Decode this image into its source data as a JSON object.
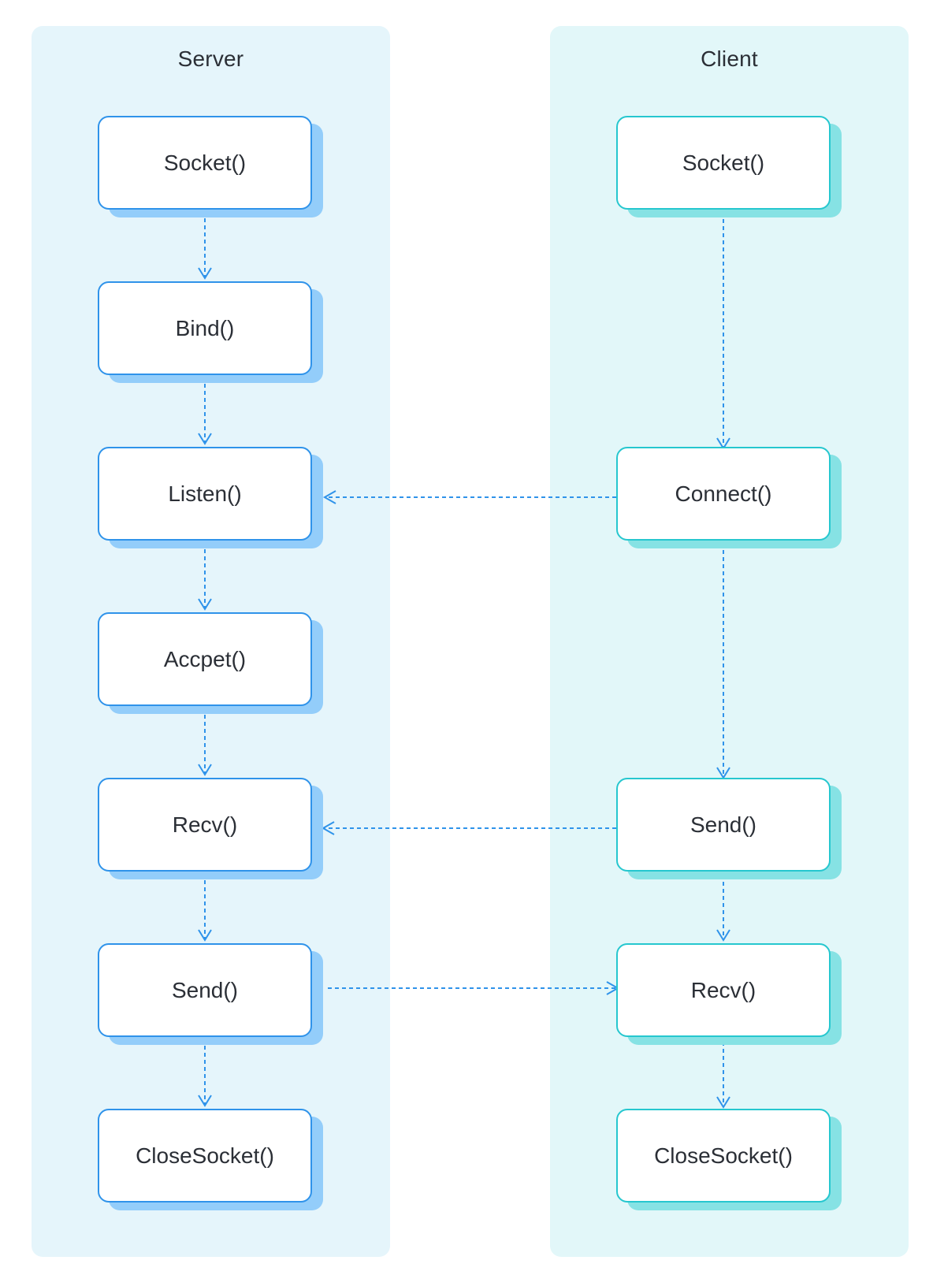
{
  "lanes": {
    "server": {
      "title": "Server"
    },
    "client": {
      "title": "Client"
    }
  },
  "server_steps": [
    "Socket()",
    "Bind()",
    "Listen()",
    "Accpet()",
    "Recv()",
    "Send()",
    "CloseSocket()"
  ],
  "client_steps": [
    "Socket()",
    "Connect()",
    "Send()",
    "Recv()",
    "CloseSocket()"
  ],
  "edges": [
    {
      "from": "server.Socket()",
      "to": "server.Bind()"
    },
    {
      "from": "server.Bind()",
      "to": "server.Listen()"
    },
    {
      "from": "server.Listen()",
      "to": "server.Accpet()"
    },
    {
      "from": "server.Accpet()",
      "to": "server.Recv()"
    },
    {
      "from": "server.Recv()",
      "to": "server.Send()"
    },
    {
      "from": "server.Send()",
      "to": "server.CloseSocket()"
    },
    {
      "from": "client.Socket()",
      "to": "client.Connect()"
    },
    {
      "from": "client.Connect()",
      "to": "client.Send()"
    },
    {
      "from": "client.Send()",
      "to": "client.Recv()"
    },
    {
      "from": "client.Recv()",
      "to": "client.CloseSocket()"
    },
    {
      "from": "client.Connect()",
      "to": "server.Listen()"
    },
    {
      "from": "client.Send()",
      "to": "server.Recv()"
    },
    {
      "from": "server.Send()",
      "to": "client.Recv()"
    }
  ],
  "colors": {
    "server_lane_bg": "#e5f5fb",
    "client_lane_bg": "#e2f7f9",
    "server_border": "#2f93ea",
    "server_shadow": "#93cdfa",
    "client_border": "#26c7cf",
    "client_shadow": "#86e2e4",
    "arrow": "#2f93ea",
    "text": "#2b2f36"
  }
}
